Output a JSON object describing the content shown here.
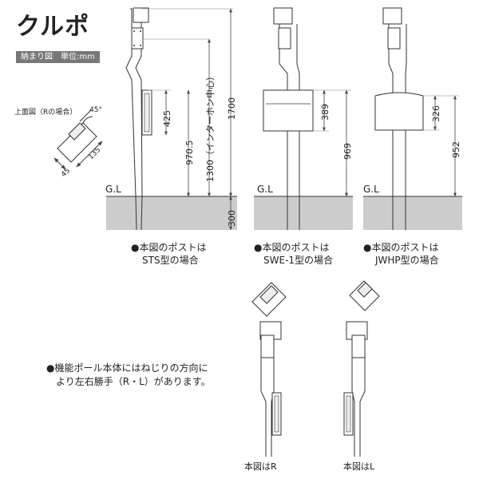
{
  "title": "クルポ",
  "unit_label": "納まり図　単位:mm",
  "top_view": {
    "label": "上面図（Rの場合）",
    "angle": "45°",
    "dim_135": "135",
    "dim_45": "45"
  },
  "ground_label": "G.L",
  "diagrams": {
    "sts": {
      "dims": [
        "425",
        "970.5",
        "1300（インターホン中心）",
        "1700",
        "300"
      ],
      "caption_line1": "●本図のポストは",
      "caption_line2": "STS型の場合"
    },
    "swe1": {
      "dims": [
        "389",
        "969"
      ],
      "caption_line1": "●本図のポストは",
      "caption_line2": "SWE-1型の場合"
    },
    "jwhp": {
      "dims": [
        "326",
        "952"
      ],
      "caption_line1": "●本図のポストは",
      "caption_line2": "JWHP型の場合"
    }
  },
  "twist_note": {
    "line1": "●機能ポール本体にはねじりの方向に",
    "line2": "より左右勝手（R・L）があります。"
  },
  "variant_r_label": "本図はR",
  "variant_l_label": "本図はL",
  "colors": {
    "ground": "#cccccc",
    "line": "#333333",
    "dim": "#444444"
  }
}
